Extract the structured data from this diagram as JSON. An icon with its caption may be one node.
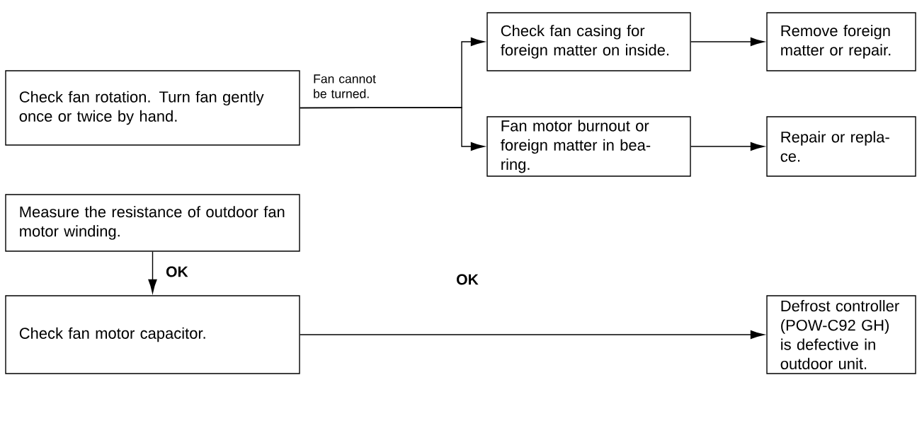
{
  "diagram": {
    "nodes": [
      {
        "text": [
          "Check fan rotation. Turn fan gently once or twice by hand."
        ]
      },
      {
        "text": [
          "Check fan casing for foreign matter on inside."
        ]
      },
      {
        "text": [
          "Fan motor burnout or foreign matter in bea- ring."
        ]
      },
      {
        "text": [
          "Remove foreign matter or repair."
        ]
      },
      {
        "text": [
          "Repair or repla- ce."
        ]
      },
      {
        "text": [
          "Measure the resistance of outdoor fan motor winding."
        ]
      },
      {
        "text": [
          "Check fan motor capacitor."
        ]
      },
      {
        "text": [
          "Defrost controller (POW-C92 GH) is defective in outdoor unit."
        ]
      }
    ],
    "edges": [
      {
        "from": 0,
        "to": 1,
        "arrow": "to",
        "label": "Fan cannot be turned."
      },
      {
        "from": 0,
        "to": 2,
        "arrow": "to"
      },
      {
        "from": 1,
        "to": 3,
        "arrow": "to"
      },
      {
        "from": 2,
        "to": 4,
        "arrow": "to"
      },
      {
        "from": 5,
        "to": 6,
        "arrow": "to",
        "label": "OK"
      },
      {
        "from": 6,
        "to": 7,
        "arrow": "to",
        "label": "OK"
      }
    ]
  }
}
